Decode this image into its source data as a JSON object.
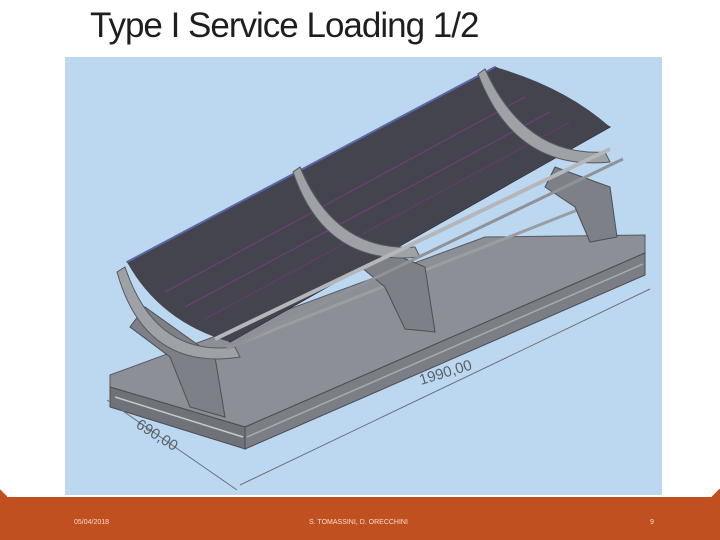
{
  "slide": {
    "title": "Type I Service Loading 1/2",
    "figure": {
      "dimension_length": "1990,00",
      "dimension_width": "690,00"
    },
    "footer": {
      "date": "05/04/2018",
      "authors": "S. TOMASSINI, D. ORECCHINI",
      "page": "9"
    },
    "colors": {
      "accent": "#c0501f",
      "figure_background": "#bcd8f1"
    }
  }
}
